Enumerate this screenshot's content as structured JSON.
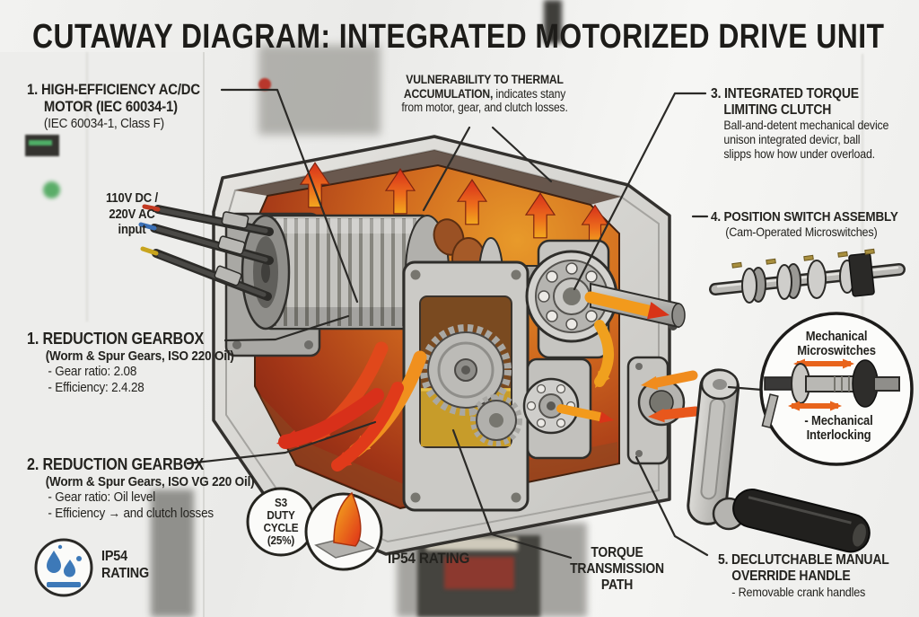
{
  "title": "CUTAWAY DIAGRAM: INTEGRATED MOTORIZED DRIVE UNIT",
  "labels": {
    "motor": {
      "line1": "1. HIGH-EFFICIENCY AC/DC",
      "line2": "MOTOR (IEC 60034-1)",
      "line3": "(IEC 60034-1, Class F)"
    },
    "thermal": {
      "line1": "VULNERABILITY TO THERMAL",
      "line2a": "ACCUMULATION,",
      "line2b": "indicates stany",
      "line3": "from motor, gear, and clutch losses."
    },
    "clutch": {
      "line1": "3. INTEGRATED TORQUE",
      "line2": "LIMITING CLUTCH",
      "line3": "Ball-and-detent mechanical device",
      "line4": "unison integrated devicr, ball",
      "line5": "slipps how how under overload."
    },
    "position_switch": {
      "line1": "4. POSITION SWITCH ASSEMBLY",
      "line2": "(Cam-Operated Microswitches)"
    },
    "power_input": {
      "line1": "110V DC /",
      "line2": "220V AC",
      "line3": "input"
    },
    "gearbox_upper": {
      "line1": "1. REDUCTION GEARBOX",
      "line2": "(Worm & Spur Gears, ISO 220 Oil)",
      "line3": "- Gear ratio: 2.08",
      "line4": "- Efficiency: 2.4.28"
    },
    "gearbox_lower": {
      "line1": "2. REDUCTION GEARBOX",
      "line2": "(Worm & Spur Gears, ISO VG 220 Oil)",
      "line3": "- Gear ratio: Oil level",
      "line4": "- Efficiency → and clutch losses"
    },
    "ip54_left": {
      "line1": "IP54",
      "line2": "RATING"
    },
    "s3_badge": {
      "line1": "S3",
      "line2": "DUTY",
      "line3": "CYCLE",
      "line4": "(25%)"
    },
    "ip54_center": {
      "text": "IP54 RATING"
    },
    "torque_path": {
      "line1": "TORQUE",
      "line2": "TRANSMISSION",
      "line3": "PATH"
    },
    "override_handle": {
      "line1": "5. DECLUTCHABLE MANUAL",
      "line2": "OVERRIDE HANDLE",
      "line3": "- Removable crank handles"
    },
    "inset": {
      "top1": "Mechanical",
      "top2": "Microswitches",
      "bottom1": "- Mechanical",
      "bottom2": "Interlocking"
    }
  },
  "colors": {
    "heat_red": "#d5301a",
    "heat_orange": "#f2a41e",
    "droplet_blue": "#3d79b8",
    "oil_yellow": "#c79c2a",
    "label_ink": "#24231f",
    "housing_gray": "#d8d7d3"
  }
}
